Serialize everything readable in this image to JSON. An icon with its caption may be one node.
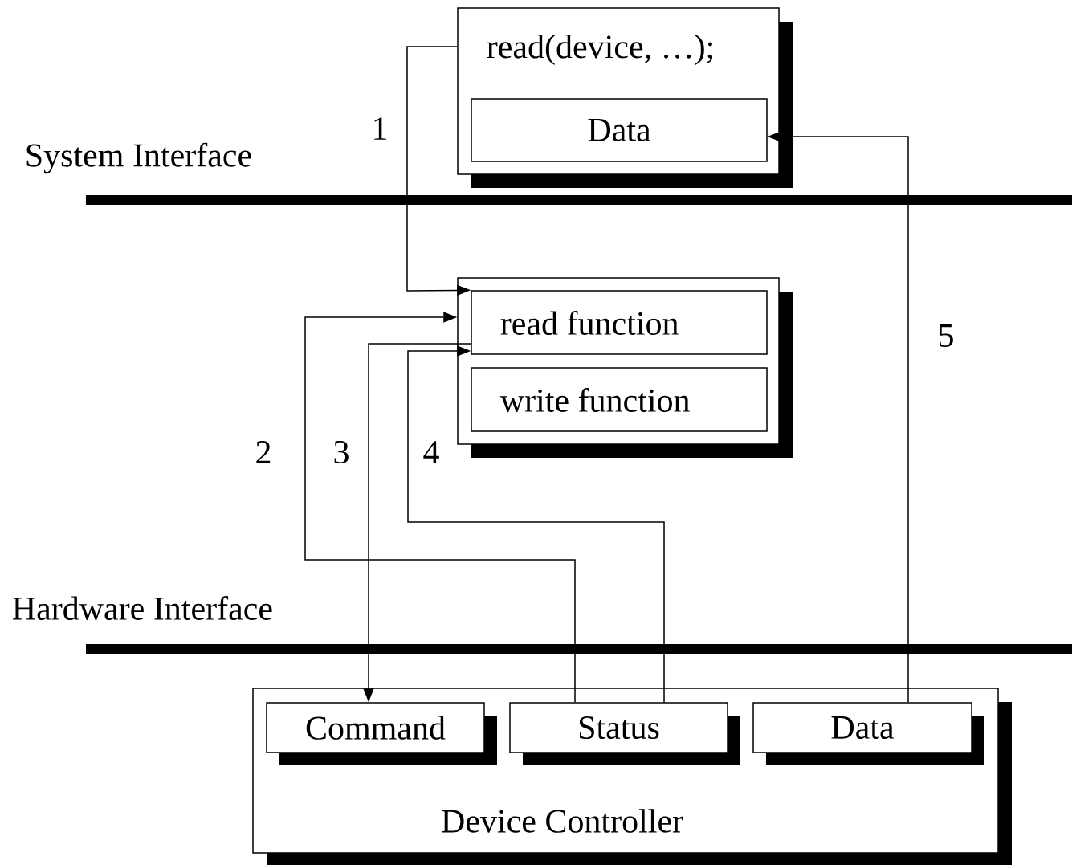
{
  "diagram": {
    "nodes": [
      {
        "text": [
          "read(device, …);"
        ]
      },
      {
        "text": [
          "Data"
        ],
        "in": 0
      },
      {
        "text": [],
        "shape": "box"
      },
      {
        "text": [
          "read function"
        ],
        "in": 2
      },
      {
        "text": [
          "write function"
        ],
        "in": 2
      },
      {
        "text": [
          "Device Controller"
        ]
      },
      {
        "text": [
          "Command"
        ],
        "in": 5
      },
      {
        "text": [
          "Status"
        ],
        "in": 5
      },
      {
        "text": [
          "Data"
        ],
        "in": 5
      }
    ],
    "edges": [
      {
        "from": 0,
        "to": 3,
        "arrow": "to",
        "label": "1"
      },
      {
        "from": 7,
        "to": 2,
        "arrow": "to",
        "label": "2"
      },
      {
        "from": 3,
        "to": 6,
        "arrow": "to",
        "label": "3"
      },
      {
        "from": 7,
        "to": 3,
        "arrow": "to",
        "label": "4"
      },
      {
        "from": 8,
        "to": 1,
        "arrow": "to",
        "label": "5"
      }
    ],
    "labels": [
      "System Interface",
      "Hardware Interface"
    ]
  }
}
